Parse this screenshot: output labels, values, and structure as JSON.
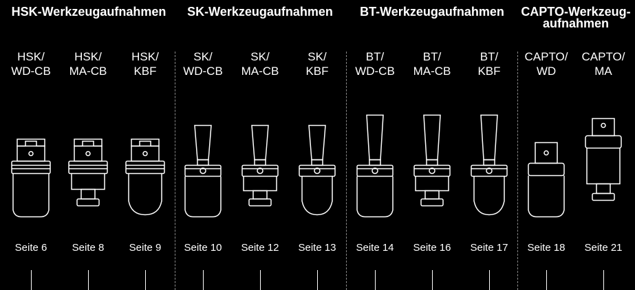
{
  "groups": [
    {
      "title_line1": "HSK-Werkzeugaufnahmen",
      "title_line2": ""
    },
    {
      "title_line1": "SK-Werkzeugaufnahmen",
      "title_line2": ""
    },
    {
      "title_line1": "BT-Werkzeugaufnahmen",
      "title_line2": ""
    },
    {
      "title_line1": "CAPTO-Werkzeug-",
      "title_line2": "aufnahmen"
    }
  ],
  "tools": [
    {
      "line1": "HSK/",
      "line2": "WD-CB",
      "page": "Seite 6",
      "icon": "hsk-wd-cb-holder-icon"
    },
    {
      "line1": "HSK/",
      "line2": "MA-CB",
      "page": "Seite 8",
      "icon": "hsk-ma-cb-holder-icon"
    },
    {
      "line1": "HSK/",
      "line2": "KBF",
      "page": "Seite 9",
      "icon": "hsk-kbf-holder-icon"
    },
    {
      "line1": "SK/",
      "line2": "WD-CB",
      "page": "Seite 10",
      "icon": "sk-wd-cb-holder-icon"
    },
    {
      "line1": "SK/",
      "line2": "MA-CB",
      "page": "Seite 12",
      "icon": "sk-ma-cb-holder-icon"
    },
    {
      "line1": "SK/",
      "line2": "KBF",
      "page": "Seite 13",
      "icon": "sk-kbf-holder-icon"
    },
    {
      "line1": "BT/",
      "line2": "WD-CB",
      "page": "Seite 14",
      "icon": "bt-wd-cb-holder-icon"
    },
    {
      "line1": "BT/",
      "line2": "MA-CB",
      "page": "Seite 16",
      "icon": "bt-ma-cb-holder-icon"
    },
    {
      "line1": "BT/",
      "line2": "KBF",
      "page": "Seite 17",
      "icon": "bt-kbf-holder-icon"
    },
    {
      "line1": "CAPTO/",
      "line2": "WD",
      "page": "Seite 18",
      "icon": "capto-wd-holder-icon"
    },
    {
      "line1": "CAPTO/",
      "line2": "MA",
      "page": "Seite 21",
      "icon": "capto-ma-holder-icon"
    }
  ]
}
